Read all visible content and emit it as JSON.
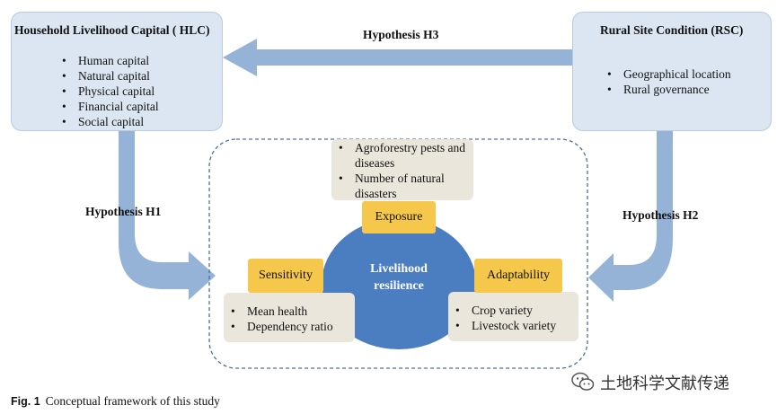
{
  "hlc": {
    "title": "Household Livelihood Capital ( HLC)",
    "items": [
      "Human capital",
      "Natural capital",
      "Physical capital",
      "Financial capital",
      "Social capital"
    ]
  },
  "rsc": {
    "title": "Rural Site Condition (RSC)",
    "items": [
      "Geographical location",
      "Rural governance"
    ]
  },
  "hypotheses": {
    "h1": "Hypothesis H1",
    "h2": "Hypothesis H2",
    "h3": "Hypothesis H3"
  },
  "core": {
    "label_line1": "Livelihood",
    "label_line2": "resilience"
  },
  "exposure": {
    "label": "Exposure",
    "items": [
      "Agroforestry pests and diseases",
      "Number of natural disasters"
    ]
  },
  "sensitivity": {
    "label": "Sensitivity",
    "items": [
      "Mean health",
      "Dependency ratio"
    ]
  },
  "adaptability": {
    "label": "Adaptability",
    "items": [
      "Crop variety",
      "Livestock variety"
    ]
  },
  "caption": {
    "label": "Fig. 1",
    "text": "Conceptual framework of this study"
  },
  "watermark": {
    "text": "土地科学文献传递",
    "icon": "wechat-icon"
  },
  "colors": {
    "panel": "#dce6f2",
    "arrow": "#95b3d7",
    "tag": "#f5c74b",
    "beige": "#ebe6dc",
    "core": "#4a7ec1",
    "dashed": "#4f6f96"
  }
}
